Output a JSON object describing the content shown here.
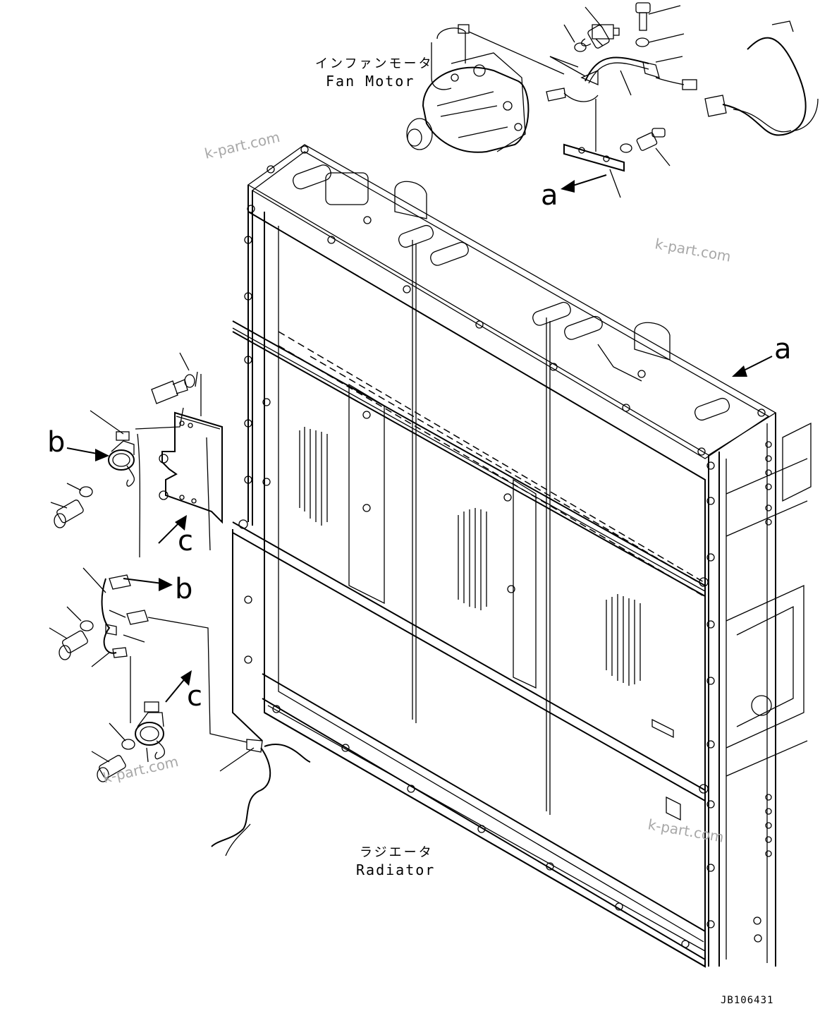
{
  "labels": {
    "fan_motor_jp": "インファンモータ",
    "fan_motor_en": "Fan Motor",
    "radiator_jp": "ラジエータ",
    "radiator_en": "Radiator",
    "drawing_code": "JB106431"
  },
  "callouts": {
    "a_top": "a",
    "a_right": "a",
    "b_left": "b",
    "b_harness": "b",
    "c_bracket": "c",
    "c_lower": "c"
  },
  "watermarks": [
    "k-part.com",
    "k-part.com",
    "k-part.com",
    "k-part.com"
  ],
  "colors": {
    "line": "#000000",
    "background": "#ffffff",
    "watermark": "#a8a8a8"
  }
}
